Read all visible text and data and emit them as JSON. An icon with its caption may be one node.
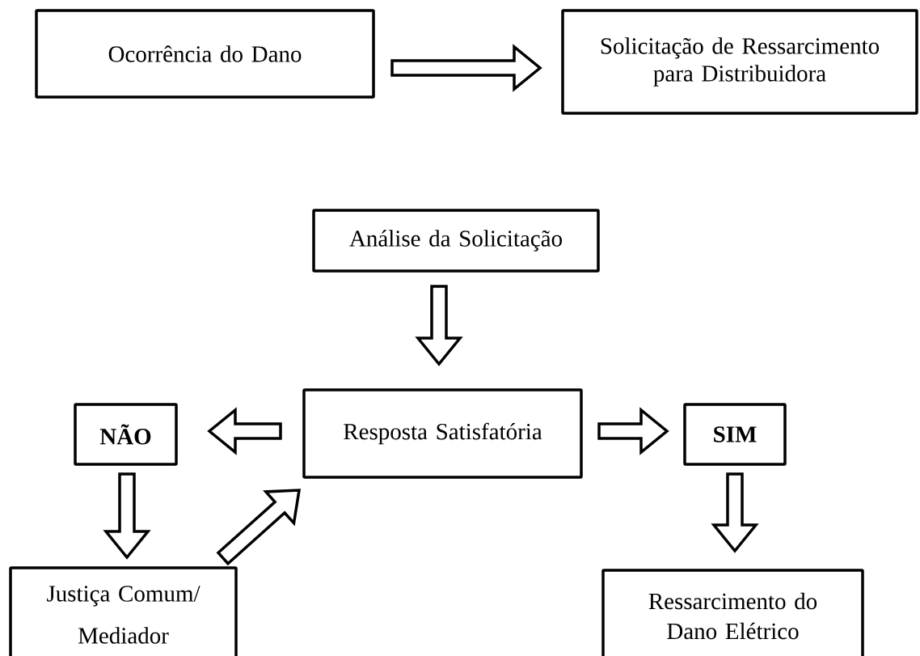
{
  "diagram": {
    "nodes": [
      {
        "text": [
          "Ocorrência do Dano"
        ]
      },
      {
        "text": [
          "Solicitação de Ressarcimento para Distribuidora"
        ]
      },
      {
        "text": [
          "Análise da Solicitação"
        ]
      },
      {
        "text": [
          "Resposta Satisfatória"
        ]
      },
      {
        "text": [
          "NÃO"
        ]
      },
      {
        "text": [
          "SIM"
        ]
      },
      {
        "text": [
          "Justiça Comum/ Mediador"
        ]
      },
      {
        "text": [
          "Ressarcimento do Dano Elétrico"
        ]
      }
    ],
    "edges": [
      {
        "from": 0,
        "to": 1,
        "arrow": "to"
      },
      {
        "from": 2,
        "to": 3,
        "arrow": "to"
      },
      {
        "from": 3,
        "to": 4,
        "arrow": "to"
      },
      {
        "from": 3,
        "to": 5,
        "arrow": "to"
      },
      {
        "from": 4,
        "to": 6,
        "arrow": "to"
      },
      {
        "from": 6,
        "to": 3,
        "arrow": "to"
      },
      {
        "from": 5,
        "to": 7,
        "arrow": "to"
      }
    ]
  }
}
